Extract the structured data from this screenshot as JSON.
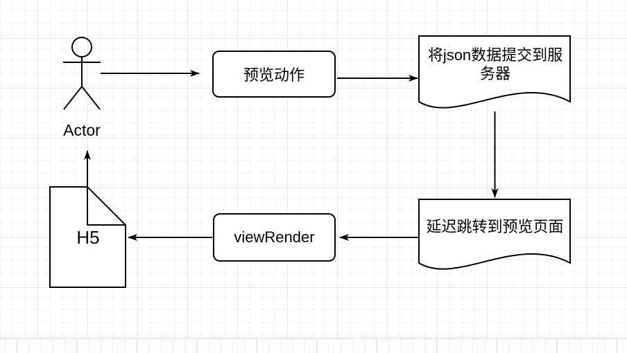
{
  "canvas": {
    "background": "#ffffff",
    "grid_minor_color": "#f3f3f3",
    "grid_major_color": "#e6e6e6",
    "stroke_color": "#000000",
    "shape_fill": "#ffffff"
  },
  "actor": {
    "label": "Actor",
    "shape": "stick-figure"
  },
  "nodes": {
    "preview_action": {
      "label": "预览动作",
      "shape": "rounded-rectangle"
    },
    "submit_json": {
      "label": "将json数据提交到服务器",
      "shape": "document"
    },
    "delay_jump": {
      "label": "延迟跳转到预览页面",
      "shape": "document"
    },
    "view_render": {
      "label": "viewRender",
      "shape": "rounded-rectangle"
    },
    "h5": {
      "label": "H5",
      "shape": "note-folded-corner"
    }
  },
  "edges": [
    {
      "from": "actor",
      "to": "preview_action",
      "direction": "right"
    },
    {
      "from": "preview_action",
      "to": "submit_json",
      "direction": "right"
    },
    {
      "from": "submit_json",
      "to": "delay_jump",
      "direction": "down"
    },
    {
      "from": "delay_jump",
      "to": "view_render",
      "direction": "left"
    },
    {
      "from": "view_render",
      "to": "h5",
      "direction": "left"
    },
    {
      "from": "h5",
      "to": "actor",
      "direction": "up"
    }
  ]
}
